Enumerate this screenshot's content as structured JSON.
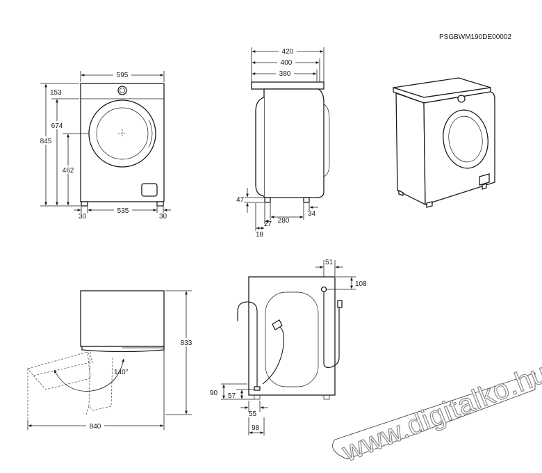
{
  "doc_code": "PSGBWM190DE00002",
  "watermark": "www.digitalko.hu",
  "front_view": {
    "width": "595",
    "height_total": "845",
    "height_door_top": "674",
    "height_door_center": "462",
    "top_to_knob": "153",
    "foot_left": "30",
    "foot_span": "535",
    "foot_right": "30"
  },
  "side_view": {
    "depth_max": "420",
    "depth_mid": "400",
    "depth_body": "380",
    "foot_height": "47",
    "front_foot_inset": "18",
    "foot_offset": "27",
    "foot_span": "280",
    "rear_foot_offset": "34"
  },
  "door_view": {
    "height": "833",
    "width_open": "840",
    "angle": "140°"
  },
  "rear_view": {
    "inlet_offset": "51",
    "inlet_top": "108",
    "drain_height": "90",
    "drain_offset": "57",
    "drain_width": "55",
    "drain_distance": "98"
  }
}
